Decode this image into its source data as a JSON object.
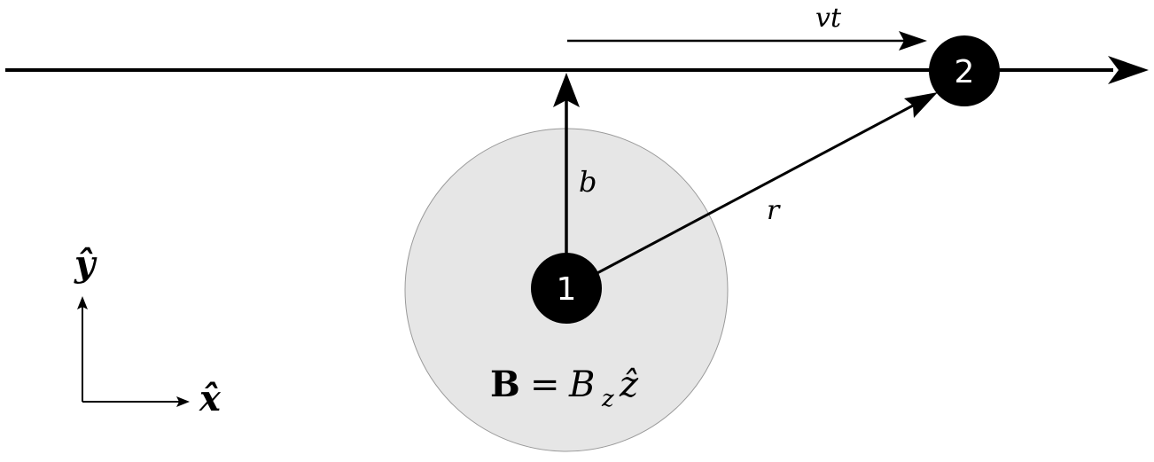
{
  "particles": {
    "p1": {
      "label": "1"
    },
    "p2": {
      "label": "2"
    }
  },
  "labels": {
    "impact_parameter": "b",
    "separation": "r",
    "displacement": "vt"
  },
  "field": {
    "lhs": "B",
    "equals": "=",
    "rhs_symbol": "B",
    "rhs_subscript": "z",
    "rhs_unit": "ẑ"
  },
  "axes": {
    "x_label": "x̂",
    "y_label": "ŷ"
  },
  "colors": {
    "field_region": "#e6e6e6",
    "field_region_stroke": "#9a9a9a",
    "particle_fill": "#000000",
    "particle_label": "#ffffff",
    "line": "#000000"
  }
}
